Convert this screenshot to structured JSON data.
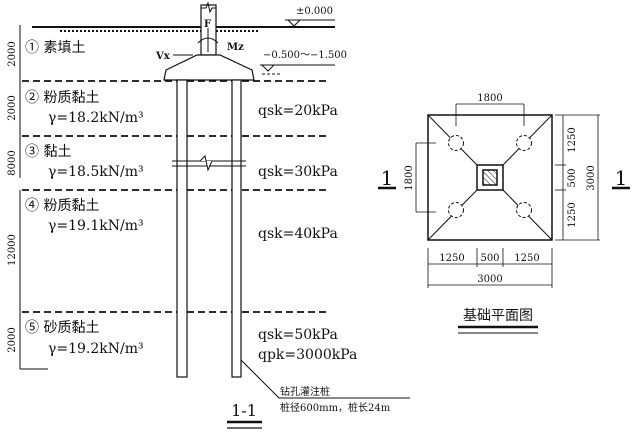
{
  "section": {
    "elevation_ground": "±0.000",
    "elevation_water": "−0.500～−1.500",
    "load_F": "F",
    "load_M": "Mz",
    "load_V": "Vx",
    "depth_dims": [
      "2000",
      "2000",
      "8000",
      "12000",
      "2000"
    ],
    "layers": [
      {
        "name": "① 素填土",
        "gamma": ""
      },
      {
        "name": "② 粉质黏土",
        "gamma": "γ=18.2kN/m³",
        "q": "qsk=20kPa"
      },
      {
        "name": "③ 黏土",
        "gamma": "γ=18.5kN/m³",
        "q": "qsk=30kPa"
      },
      {
        "name": "④ 粉质黏土",
        "gamma": "γ=19.1kN/m³",
        "q": "qsk=40kPa"
      },
      {
        "name": "⑤ 砂质黏土",
        "gamma": "γ=19.2kN/m³",
        "q": "qsk=50kPa",
        "q2": "qpk=3000kPa"
      }
    ],
    "pile_label": "钻孔灌注桩",
    "pile_spec": "桩径600mm，桩长24m",
    "title": "1-1"
  },
  "plan": {
    "top_dim": "1800",
    "left_dim": "1800",
    "right_dims": [
      "1250",
      "500",
      "1250"
    ],
    "right_total": "3000",
    "bottom_dims": [
      "1250",
      "500",
      "1250"
    ],
    "bottom_total": "3000",
    "section_mark": "1",
    "title": "基础平面图"
  }
}
